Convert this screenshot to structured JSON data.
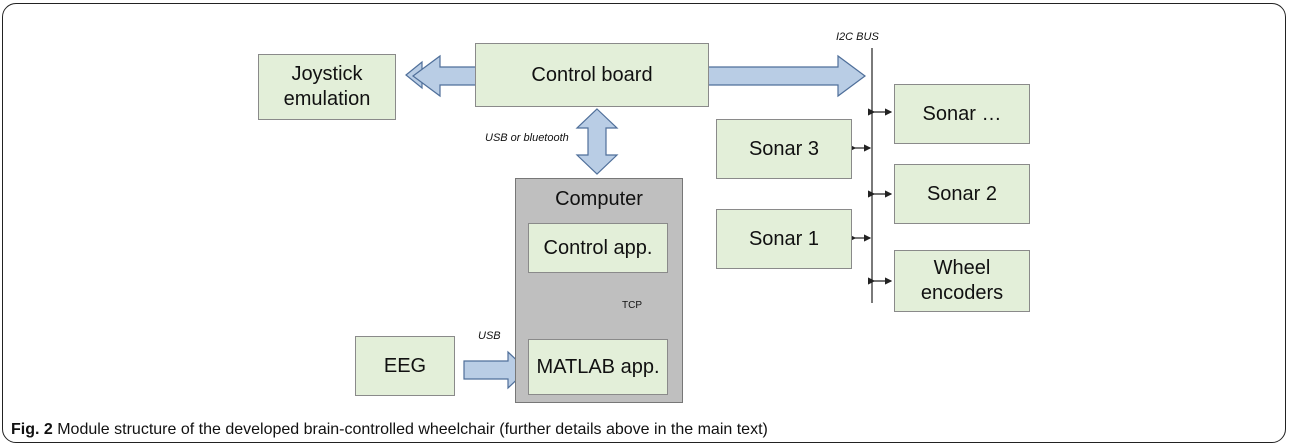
{
  "diagram": {
    "bus_label": "I2C BUS",
    "usb_bt_label": "USB or bluetooth",
    "tcp_label": "TCP",
    "usb_label": "USB",
    "nodes": {
      "joystick": "Joystick\nemulation",
      "control_board": "Control board",
      "computer": "Computer",
      "control_app": "Control app.",
      "matlab_app": "MATLAB app.",
      "eeg": "EEG",
      "sonar_dots": "Sonar …",
      "sonar3": "Sonar 3",
      "sonar2": "Sonar 2",
      "sonar1": "Sonar 1",
      "wheel_encoders": "Wheel\nencoders"
    },
    "colors": {
      "box_fill": "#e3efd9",
      "computer_fill": "#bfbfbf",
      "arrow_fill": "#b9cde5",
      "arrow_stroke": "#4f6f9a"
    }
  },
  "caption": {
    "label": "Fig. 2",
    "text": " Module structure of the developed brain-controlled wheelchair (further details above in the main text)"
  }
}
